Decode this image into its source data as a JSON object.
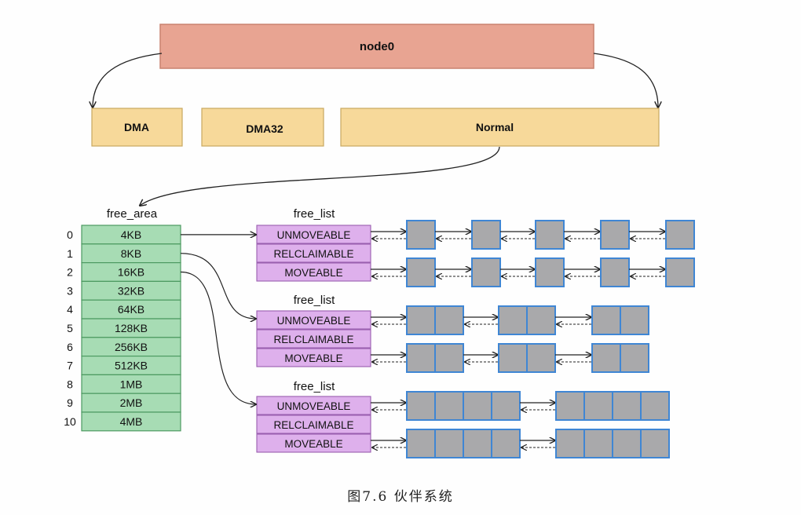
{
  "node": {
    "label": "node0"
  },
  "zones": [
    {
      "label": "DMA"
    },
    {
      "label": "DMA32"
    },
    {
      "label": "Normal"
    }
  ],
  "free_area": {
    "title": "free_area",
    "orders": [
      "0",
      "1",
      "2",
      "3",
      "4",
      "5",
      "6",
      "7",
      "8",
      "9",
      "10"
    ],
    "sizes": [
      "4KB",
      "8KB",
      "16KB",
      "32KB",
      "64KB",
      "128KB",
      "256KB",
      "512KB",
      "1MB",
      "2MB",
      "4MB"
    ]
  },
  "free_lists": [
    {
      "title": "free_list",
      "types": [
        "UNMOVEABLE",
        "RELCLAIMABLE",
        "MOVEABLE"
      ]
    },
    {
      "title": "free_list",
      "types": [
        "UNMOVEABLE",
        "RELCLAIMABLE",
        "MOVEABLE"
      ]
    },
    {
      "title": "free_list",
      "types": [
        "UNMOVEABLE",
        "RELCLAIMABLE",
        "MOVEABLE"
      ]
    }
  ],
  "colors": {
    "node_fill": "#e8a492",
    "zone_fill": "#f7d99a",
    "free_area_fill": "#a7dcb4",
    "free_list_fill": "#deb0ec",
    "page_fill": "#a9a9ab",
    "page_border": "#3f86d4"
  },
  "caption": "图7.6   伙伴系统"
}
